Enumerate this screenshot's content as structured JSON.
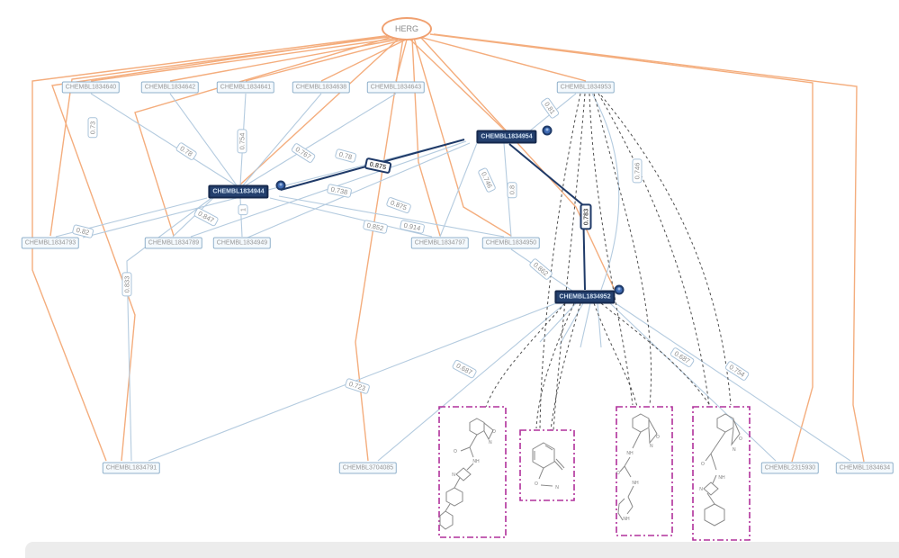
{
  "root": {
    "label": "HERG"
  },
  "nodes": [
    {
      "id": "CHEMBL1834640"
    },
    {
      "id": "CHEMBL1834642"
    },
    {
      "id": "CHEMBL1834641"
    },
    {
      "id": "CHEMBL1834638"
    },
    {
      "id": "CHEMBL1834643"
    },
    {
      "id": "CHEMBL1834953"
    },
    {
      "id": "CHEMBL1834793"
    },
    {
      "id": "CHEMBL1834789"
    },
    {
      "id": "CHEMBL1834949"
    },
    {
      "id": "CHEMBL1834797"
    },
    {
      "id": "CHEMBL1834950"
    },
    {
      "id": "CHEMBL1834791"
    },
    {
      "id": "CHEMBL3704085"
    },
    {
      "id": "CHEMBL2315930"
    },
    {
      "id": "CHEMBL1834634"
    }
  ],
  "selected_nodes": [
    {
      "id": "CHEMBL1834944"
    },
    {
      "id": "CHEMBL1834954"
    },
    {
      "id": "CHEMBL1834952"
    }
  ],
  "edges": [
    {
      "source": "CHEMBL1834640",
      "target": "CHEMBL1834944",
      "value": "0.73"
    },
    {
      "source": "CHEMBL1834642",
      "target": "CHEMBL1834944",
      "value": "0.78"
    },
    {
      "source": "CHEMBL1834641",
      "target": "CHEMBL1834944",
      "value": "0.754"
    },
    {
      "source": "CHEMBL1834638",
      "target": "CHEMBL1834944",
      "value": "0.767"
    },
    {
      "source": "CHEMBL1834643",
      "target": "CHEMBL1834944",
      "value": "0.78"
    },
    {
      "source": "CHEMBL1834944",
      "target": "CHEMBL1834954",
      "value": "0.875"
    },
    {
      "source": "CHEMBL1834953",
      "target": "CHEMBL1834954",
      "value": "0.81"
    },
    {
      "source": "CHEMBL1834954",
      "target": "CHEMBL1834797",
      "value": "0.746"
    },
    {
      "source": "CHEMBL1834954",
      "target": "CHEMBL1834950",
      "value": "0.8"
    },
    {
      "source": "CHEMBL1834953",
      "target": "CHEMBL1834952",
      "value": "0.746"
    },
    {
      "source": "CHEMBL1834954",
      "target": "CHEMBL1834952",
      "value": "0.783"
    },
    {
      "source": "CHEMBL1834944",
      "target": "CHEMBL1834789",
      "value": "0.847"
    },
    {
      "source": "CHEMBL1834944",
      "target": "CHEMBL1834793",
      "value": "0.82"
    },
    {
      "source": "CHEMBL1834944",
      "target": "CHEMBL1834949",
      "value": "1"
    },
    {
      "source": "CHEMBL1834954",
      "target": "CHEMBL1834949",
      "value": "0.738"
    },
    {
      "source": "CHEMBL1834954",
      "target": "CHEMBL1834789",
      "value": "0.875"
    },
    {
      "source": "CHEMBL1834944",
      "target": "CHEMBL1834950",
      "value": "0.852"
    },
    {
      "source": "CHEMBL1834944",
      "target": "CHEMBL1834797",
      "value": "0.914"
    },
    {
      "source": "CHEMBL1834944",
      "target": "CHEMBL1834791",
      "value": "0.833"
    },
    {
      "source": "CHEMBL1834950",
      "target": "CHEMBL1834952",
      "value": "0.862"
    },
    {
      "source": "CHEMBL1834952",
      "target": "CHEMBL1834791",
      "value": "0.723"
    },
    {
      "source": "CHEMBL1834952",
      "target": "CHEMBL3704085",
      "value": "0.687"
    },
    {
      "source": "CHEMBL1834952",
      "target": "CHEMBL2315930",
      "value": "0.687"
    },
    {
      "source": "CHEMBL1834952",
      "target": "CHEMBL1834634",
      "value": "0.754"
    }
  ],
  "structures": [
    {
      "atoms": [
        "O",
        "N",
        "O",
        "NH",
        "N"
      ]
    },
    {
      "atoms": [
        "O",
        "N"
      ]
    },
    {
      "atoms": [
        "O",
        "N",
        "NH",
        "O",
        "NH",
        "NH"
      ]
    },
    {
      "atoms": [
        "O",
        "N",
        "O",
        "NH",
        "N"
      ]
    }
  ],
  "colors": {
    "target_edge": "#f2a36e",
    "similarity_edge": "#b4cbdf",
    "selected_edge": "#1f3a68",
    "node_border": "#91b1cb",
    "selected_fill": "#24406e",
    "structure_border": "#b0309b"
  }
}
